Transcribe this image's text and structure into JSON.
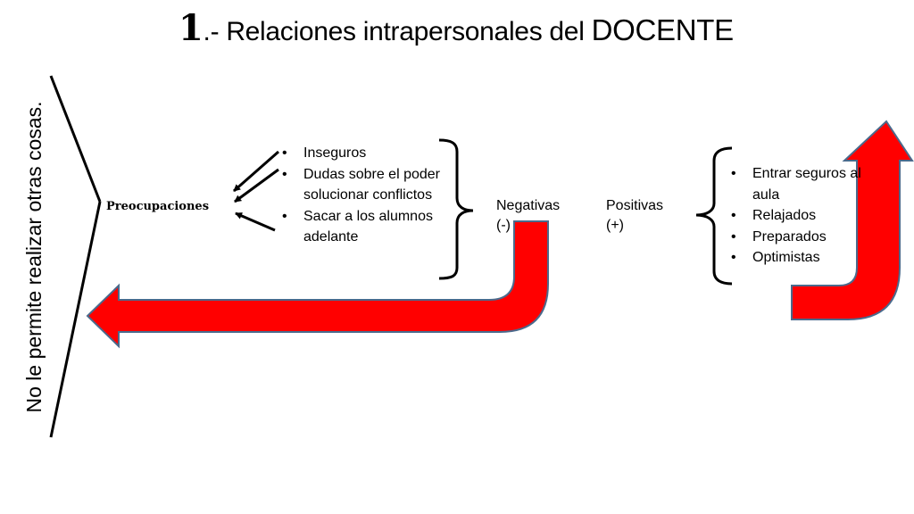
{
  "title": {
    "number": "1",
    "separator": ".- ",
    "text": "Relaciones intrapersonales del ",
    "emphasis": "DOCENTE"
  },
  "side_text": "No le permite realizar otras cosas.",
  "center_label": "Preocupaciones",
  "negatives": {
    "label": "Negativas",
    "sign": "(-)",
    "items": [
      "Inseguros",
      "Dudas sobre el poder solucionar conflictos",
      "Sacar a los alumnos adelante"
    ]
  },
  "positives": {
    "label": "Positivas",
    "sign": "(+)",
    "items": [
      "Entrar seguros al aula",
      "Relajados",
      "Preparados",
      "Optimistas"
    ]
  },
  "colors": {
    "arrow_fill": "#ff0000",
    "arrow_stroke": "#4a6a8c",
    "lines": "#000000"
  }
}
